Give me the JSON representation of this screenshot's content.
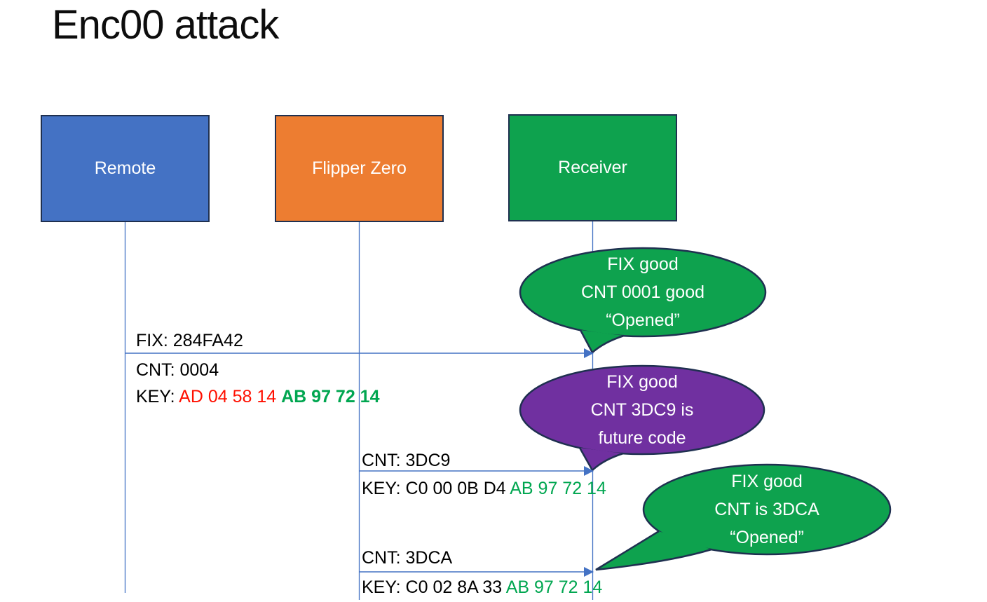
{
  "title": "Enc00 attack",
  "colors": {
    "actor_blue": "#4472C4",
    "actor_orange": "#ED7D31",
    "actor_green": "#0EA24E",
    "bubble_green": "#0EA24E",
    "bubble_purple": "#7030A0",
    "shape_border": "#1F3050",
    "line_blue": "#4472C4",
    "key_red": "#FF0F00",
    "key_green": "#00A650",
    "text_black": "#000000",
    "text_white": "#FFFFFF"
  },
  "actors": [
    {
      "label": "Remote"
    },
    {
      "label": "Flipper Zero"
    },
    {
      "label": "Receiver"
    }
  ],
  "messages": [
    {
      "above": "FIX: 284FA42",
      "mid": "CNT: 0004",
      "key_label": "KEY: ",
      "key_red": "AD 04 58 14 ",
      "key_green": "AB 97 72 14"
    },
    {
      "above": "CNT: 3DC9",
      "key_label": "KEY: C0 00 0B D4 ",
      "key_green": "AB 97 72 14"
    },
    {
      "above": "CNT: 3DCA",
      "key_label": "KEY: C0 02 8A 33 ",
      "key_green": "AB 97 72 14"
    }
  ],
  "callouts": [
    {
      "lines": [
        "FIX good",
        "CNT 0001 good",
        "“Opened”"
      ]
    },
    {
      "lines": [
        "FIX good",
        "CNT 3DC9 is",
        "future code"
      ]
    },
    {
      "lines": [
        "FIX good",
        "CNT is 3DCA",
        "“Opened”"
      ]
    }
  ]
}
